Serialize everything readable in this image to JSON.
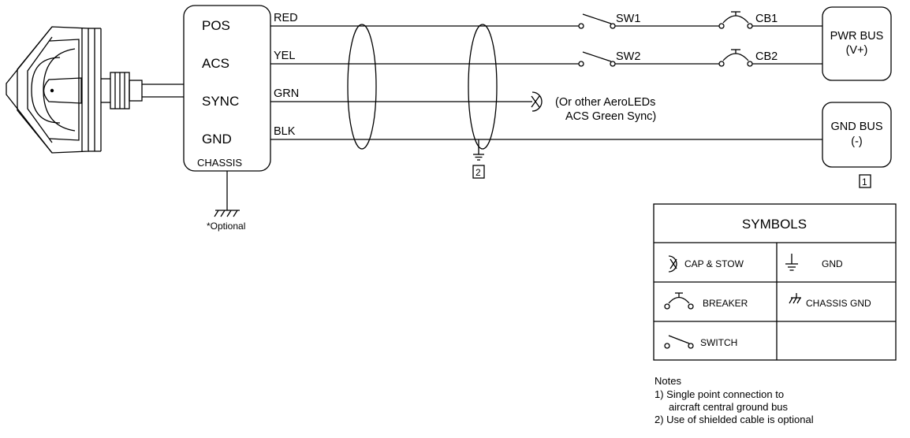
{
  "module": {
    "pins": [
      "POS",
      "ACS",
      "SYNC",
      "GND"
    ],
    "chassis": "CHASSIS",
    "chassis_ground_note": "*Optional"
  },
  "wires": {
    "red": "RED",
    "yellow": "YEL",
    "green": "GRN",
    "black": "BLK"
  },
  "switches": {
    "sw1": "SW1",
    "sw2": "SW2"
  },
  "breakers": {
    "cb1": "CB1",
    "cb2": "CB2"
  },
  "sync_note": [
    "(Or other AeroLEDs",
    "ACS Green Sync)"
  ],
  "buses": {
    "power": {
      "name": "PWR BUS",
      "polarity": "(V+)"
    },
    "ground": {
      "name": "GND BUS",
      "polarity": "(-)"
    }
  },
  "note_refs": {
    "ground_bus": "1",
    "shield": "2"
  },
  "symbols": {
    "title": "SYMBOLS",
    "cap_stow": "CAP & STOW",
    "gnd": "GND",
    "breaker": "BREAKER",
    "chassis_gnd": "CHASSIS GND",
    "switch": "SWITCH"
  },
  "notes": {
    "heading": "Notes",
    "items": [
      "1) Single point connection to",
      "aircraft central ground bus",
      "2) Use of shielded cable is optional"
    ]
  }
}
